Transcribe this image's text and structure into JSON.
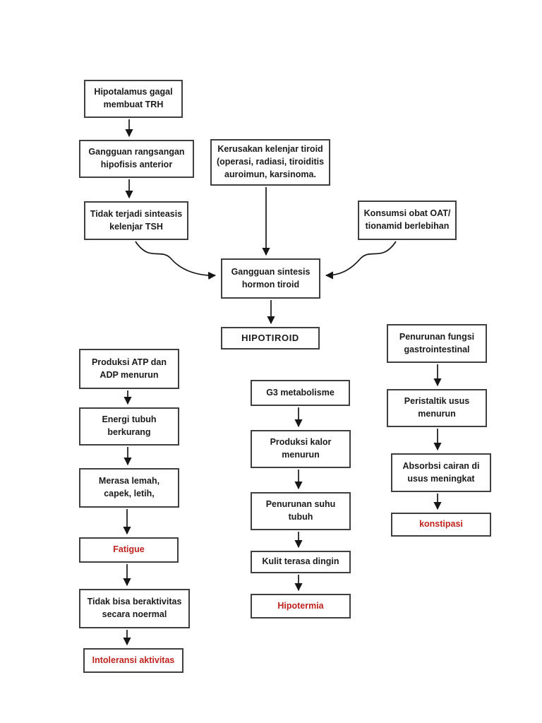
{
  "page": {
    "background": "#ffffff"
  },
  "colors": {
    "box_border": "#3f3f3f",
    "text": "#1b1b1b",
    "red_text": "#c0221c",
    "arrow": "#161616"
  },
  "nodes": {
    "a_hipotalamus": {
      "text": "Hipotalamus gagal\nmembuat TRH"
    },
    "b_gangguan_rangsangan": {
      "text": "Gangguan rangsangan\nhipofisis anterior"
    },
    "c_kerusakan_kelenjar": {
      "text": "Kerusakan kelenjar tiroid\n(operasi, radiasi, tiroiditis\nauroimun, karsinoma."
    },
    "d_tidak_terjadi": {
      "text": "Tidak terjadi sinteasis\nkelenjar TSH"
    },
    "e_konsumsi_obat": {
      "text": "Konsumsi obat OAT/\ntionamid berlebihan"
    },
    "f_gangguan_sintesis": {
      "text": "Gangguan sintesis\nhormon tiroid"
    },
    "g_hipotiroid": {
      "text": "HIPOTIROID"
    },
    "h_penurunan_fungsi": {
      "text": "Penurunan fungsi\ngastrointestinal"
    },
    "i_g3_metabolisme": {
      "text": "G3 metabolisme"
    },
    "j_peristaltik": {
      "text": "Peristaltik usus\nmenurun"
    },
    "k_produksi_atp": {
      "text": "Produksi ATP dan\nADP menurun"
    },
    "l_energi_tubuh": {
      "text": "Energi tubuh\nberkurang"
    },
    "m_merasa_lemah": {
      "text": "Merasa lemah,\ncapek, letih,"
    },
    "n_fatigue": {
      "text": "Fatigue"
    },
    "o_tidak_bisa": {
      "text": "Tidak bisa beraktivitas\nsecara noermal"
    },
    "p_intoleransi": {
      "text": "Intoleransi aktivitas"
    },
    "q_produksi_kalor": {
      "text": "Produksi kalor\nmenurun"
    },
    "r_penurunan_suhu": {
      "text": "Penurunan suhu\ntubuh"
    },
    "s_kulit_terasa": {
      "text": "Kulit terasa dingin"
    },
    "t_hipotermia": {
      "text": "Hipotermia"
    },
    "u_absorbsi": {
      "text": "Absorbsi cairan di\nusus meningkat"
    },
    "v_konstipasi": {
      "text": "konstipasi"
    }
  }
}
